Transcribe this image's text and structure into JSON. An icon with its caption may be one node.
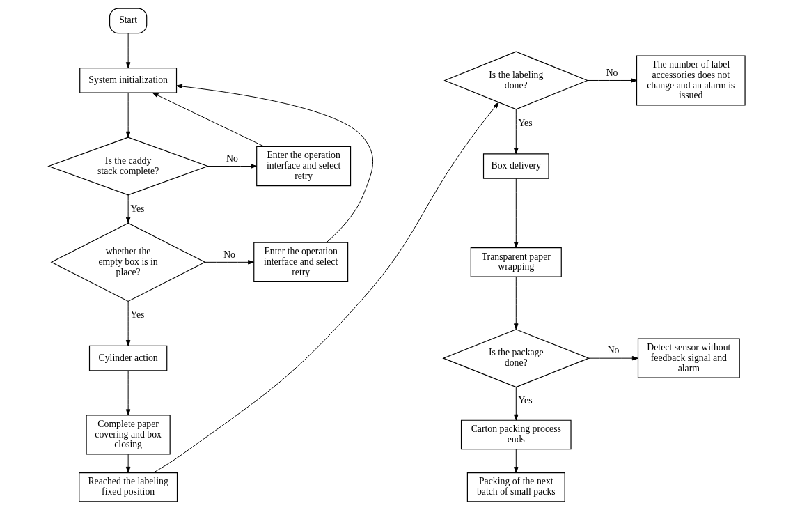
{
  "diagram": {
    "nodes": [
      {
        "text": [
          "Start"
        ]
      },
      {
        "text": [
          "System initialization"
        ]
      },
      {
        "text": [
          "Enter the operation interface and select retry"
        ]
      },
      {
        "text": [
          "Is the caddy stack complete?"
        ]
      },
      {
        "text": [
          "Enter the operation interface and select retry"
        ]
      },
      {
        "text": [
          "whether the empty box is in place?"
        ]
      },
      {
        "text": [
          "Cylinder action"
        ]
      },
      {
        "text": [
          "Complete paper covering and box closing"
        ]
      },
      {
        "text": [
          "Reached the labeling fixed position"
        ]
      },
      {
        "text": [
          "Is the labeling done?"
        ]
      },
      {
        "text": [
          "The number of label accessories does not change and an alarm is issued"
        ]
      },
      {
        "text": [
          "Box delivery"
        ]
      },
      {
        "text": [
          "Transparent paper wrapping"
        ]
      },
      {
        "text": [
          "Is the package done?"
        ]
      },
      {
        "text": [
          "Detect sensor without feedback signal and alarm"
        ]
      },
      {
        "text": [
          "Carton packing process ends"
        ]
      },
      {
        "text": [
          "Packing of the next batch of small packs"
        ]
      }
    ],
    "edges": [
      {
        "from": 0,
        "to": 1,
        "arrow": "to"
      },
      {
        "from": 1,
        "to": 3,
        "arrow": "to"
      },
      {
        "from": 3,
        "to": 4,
        "arrow": "to",
        "label": "No"
      },
      {
        "from": 4,
        "to": 1,
        "arrow": "to"
      },
      {
        "from": 3,
        "to": 5,
        "arrow": "to",
        "label": "Yes"
      },
      {
        "from": 5,
        "to": 2,
        "arrow": "to",
        "label": "No"
      },
      {
        "from": 2,
        "to": 1,
        "arrow": "to"
      },
      {
        "from": 5,
        "to": 6,
        "arrow": "to",
        "label": "Yes"
      },
      {
        "from": 6,
        "to": 7,
        "arrow": "to"
      },
      {
        "from": 7,
        "to": 8,
        "arrow": "to"
      },
      {
        "from": 8,
        "to": 9,
        "arrow": "to"
      },
      {
        "from": 9,
        "to": 10,
        "arrow": "to",
        "label": "No"
      },
      {
        "from": 9,
        "to": 11,
        "arrow": "to",
        "label": "Yes"
      },
      {
        "from": 11,
        "to": 12,
        "arrow": "to"
      },
      {
        "from": 12,
        "to": 13,
        "arrow": "to"
      },
      {
        "from": 13,
        "to": 14,
        "arrow": "to",
        "label": "No"
      },
      {
        "from": 13,
        "to": 15,
        "arrow": "to",
        "label": "Yes"
      },
      {
        "from": 15,
        "to": 16,
        "arrow": "to"
      }
    ]
  }
}
